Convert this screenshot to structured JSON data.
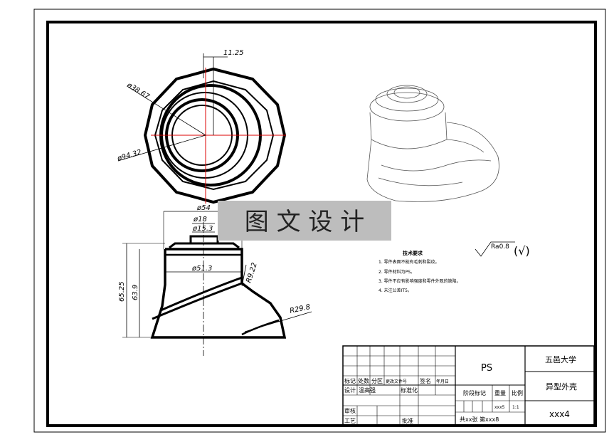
{
  "watermark": "图 文 设 计",
  "dimensions": {
    "top_offset": "11.25",
    "dia_inner_ring": "ø38.67",
    "dia_outer": "ø94.32",
    "dia_54": "ø54",
    "dia_18": "ø18",
    "dia_15": "ø15.3",
    "dia_51": "ø51.3",
    "r_922": "R9.22",
    "r_298": "R29.8",
    "h_6525": "65.25",
    "h_639": "63.9"
  },
  "surface_finish": {
    "value": "Ra0.8",
    "paren": "(√)"
  },
  "requirements": {
    "title": "技术要求",
    "items": [
      "1. 零件表面不能有毛刺和裂纹。",
      "2. 零件材料为PS。",
      "3. 零件不应有影响强度和零件外观的缺陷。",
      "4. 未注公差IT5。"
    ]
  },
  "title_block": {
    "material": "PS",
    "school": "五邑大学",
    "part_name": "异型外壳",
    "drawing_no": "xxx4",
    "weight": "xxx5",
    "scale": "1:1",
    "sheet_info": "共xx张 第xxx8",
    "labels": {
      "mark": "标记",
      "count": "处数",
      "zone": "分区",
      "change_doc": "更改文件号",
      "sign": "签名",
      "date": "年月日",
      "design": "设计",
      "designer": "温高强",
      "standardize": "标准化",
      "stage_mark": "阶段标记",
      "weight_label": "重量",
      "scale_label": "比例",
      "review": "审核",
      "process": "工艺",
      "approve": "批准"
    }
  }
}
